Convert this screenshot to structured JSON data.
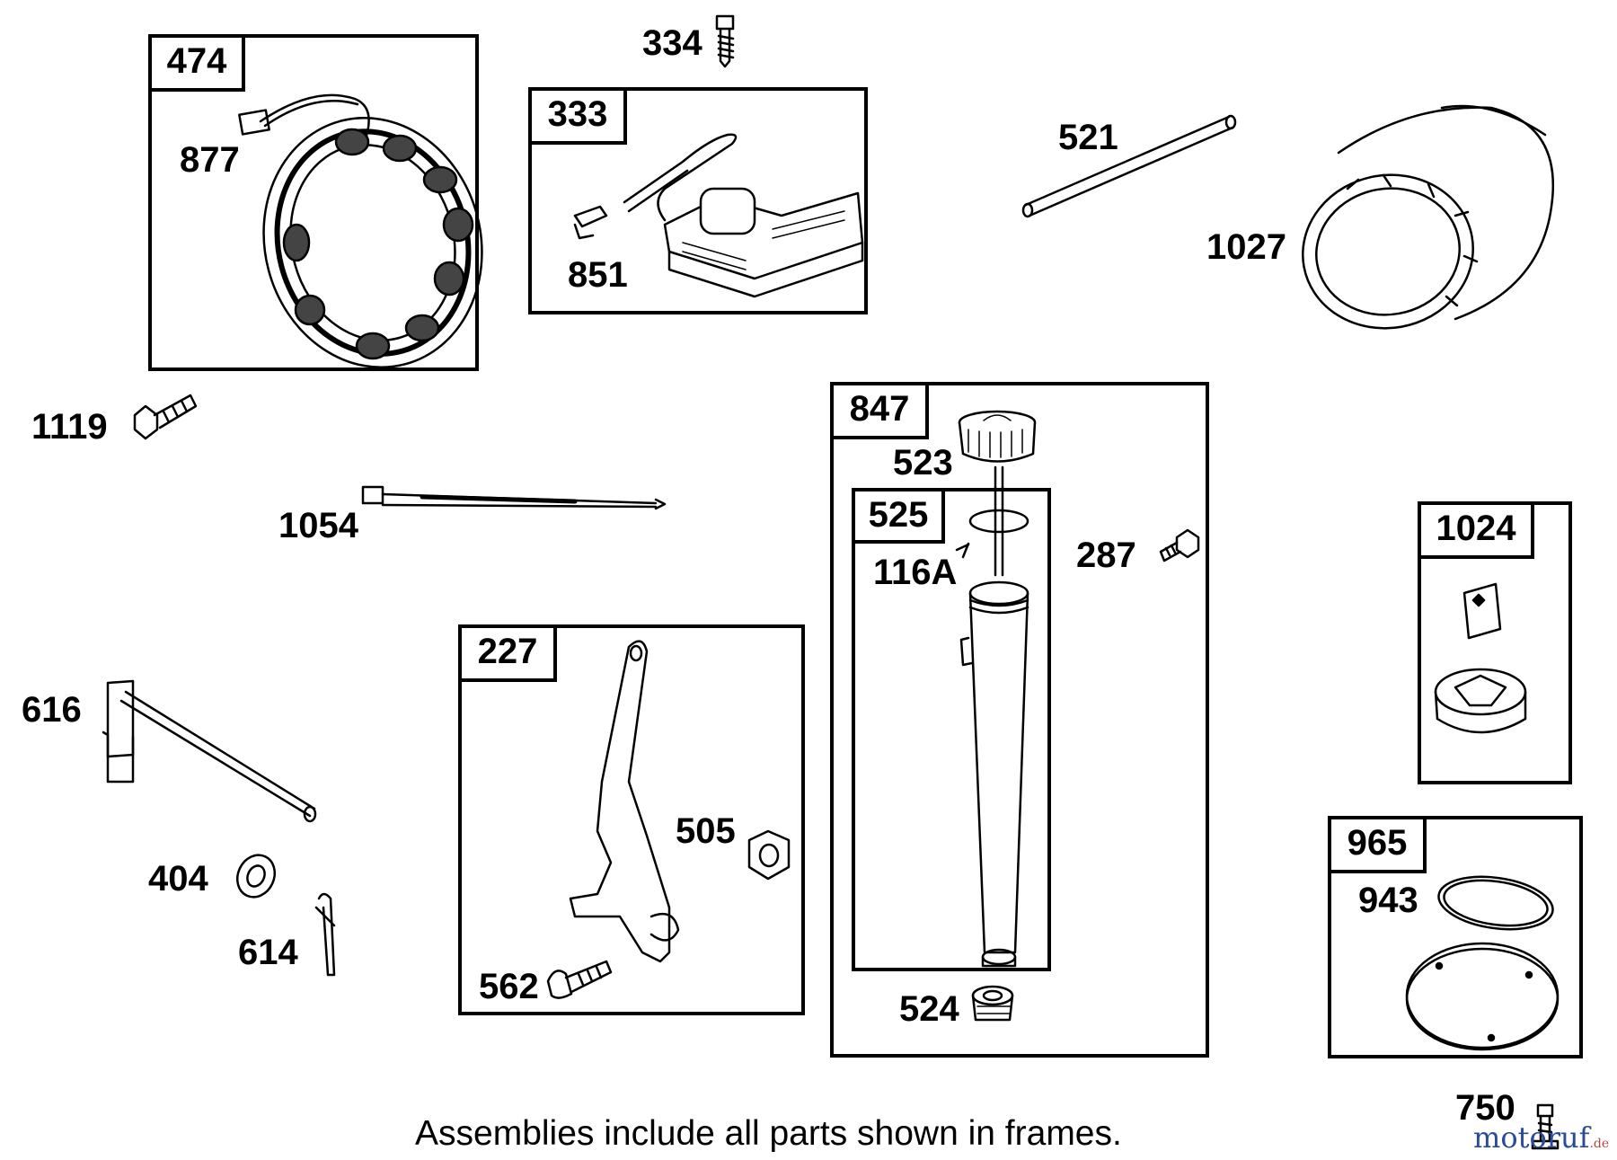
{
  "frames": {
    "f474": "474",
    "f333": "333",
    "f847": "847",
    "f525": "525",
    "f227": "227",
    "f1024": "1024",
    "f965": "965"
  },
  "labels": {
    "p334": "334",
    "p877": "877",
    "p851": "851",
    "p521": "521",
    "p1027": "1027",
    "p1119": "1119",
    "p523": "523",
    "p1054": "1054",
    "p116A": "116A",
    "p287": "287",
    "p616": "616",
    "p505": "505",
    "p404": "404",
    "p614": "614",
    "p562": "562",
    "p524": "524",
    "p943": "943",
    "p750": "750"
  },
  "caption": "Assemblies include all parts shown in frames.",
  "watermark": {
    "text": "motoruf",
    "suffix": ".de",
    "colors": [
      "#2a4a9a",
      "#c83a3a",
      "#e0a020",
      "#2a8a3a"
    ]
  }
}
